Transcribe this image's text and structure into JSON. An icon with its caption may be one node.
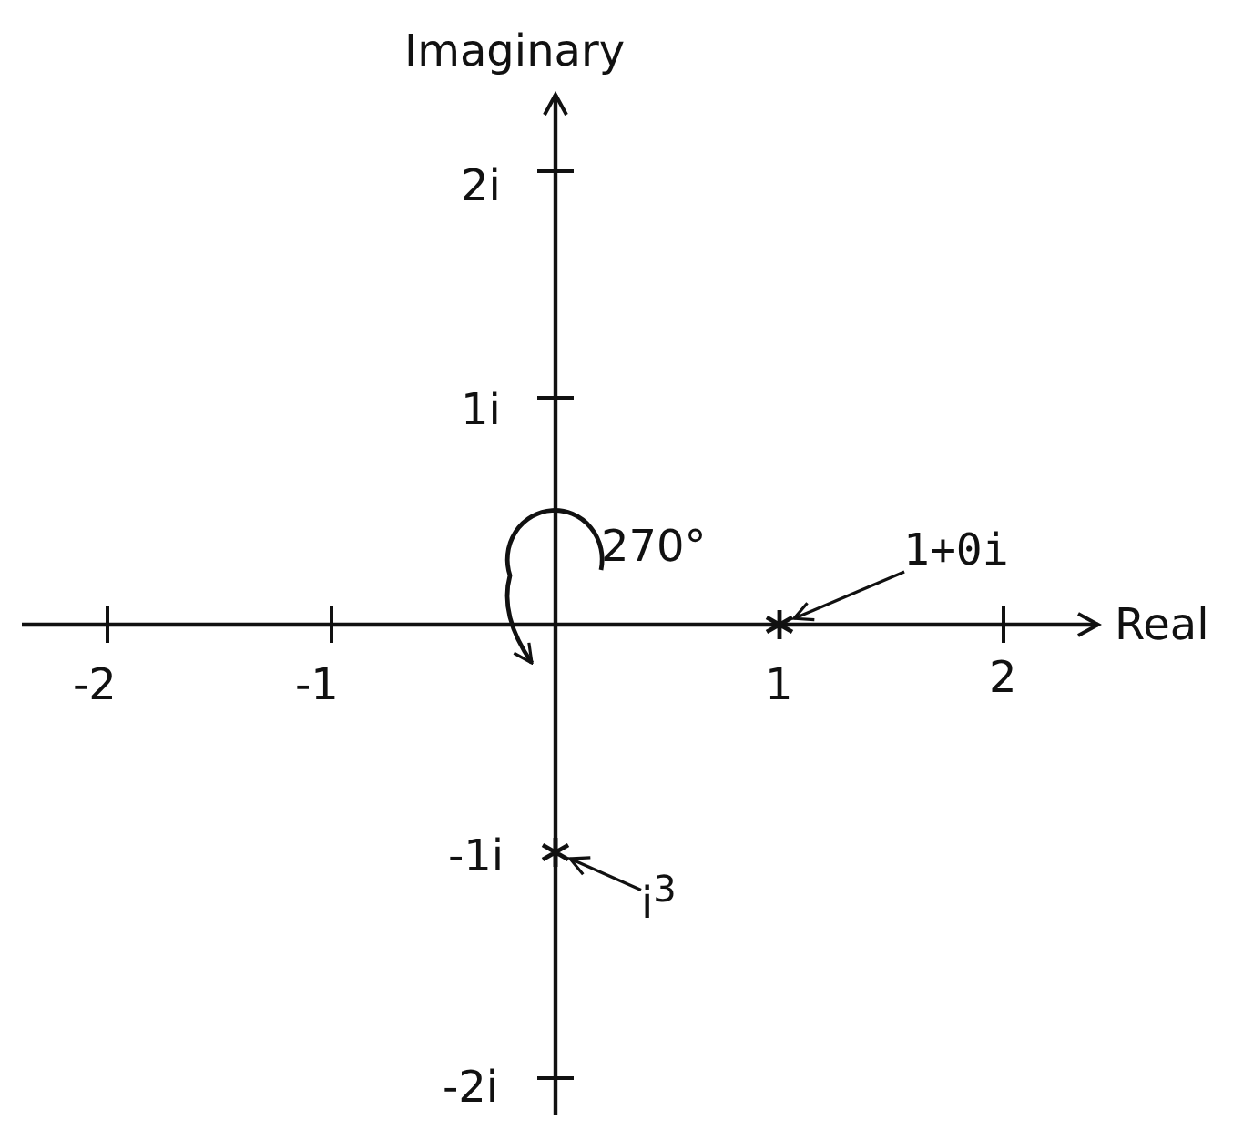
{
  "diagram": {
    "nodes": [
      {
        "text": [
          "1+0i"
        ]
      },
      {
        "text": [],
        "shape": "star"
      },
      {
        "text": [
          "i$^{3}$"
        ]
      },
      {
        "text": [],
        "shape": "star"
      }
    ],
    "edges": [
      {
        "from": 0,
        "to": 1,
        "arrow": "to"
      },
      {
        "from": 2,
        "to": 3,
        "arrow": "to"
      }
    ],
    "labels": [
      "Imaginary",
      "2i",
      "1i",
      "270°",
      "Real",
      "-2",
      "-1",
      "1",
      "2",
      "-1i",
      "-2i"
    ]
  }
}
